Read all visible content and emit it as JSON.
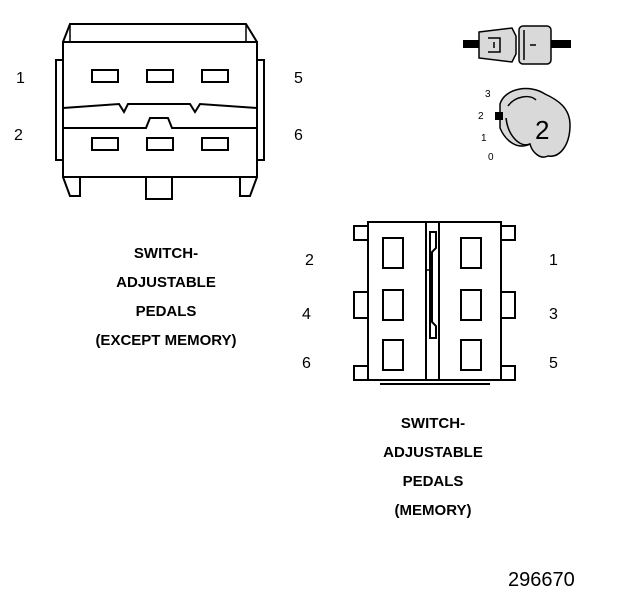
{
  "connector_a": {
    "pin_labels": [
      "1",
      "2",
      "5",
      "6"
    ],
    "caption": [
      "SWITCH-",
      "ADJUSTABLE",
      "PEDALS",
      "(EXCEPT MEMORY)"
    ]
  },
  "connector_b": {
    "pin_labels": [
      "2",
      "4",
      "6",
      "1",
      "3",
      "5"
    ],
    "caption": [
      "SWITCH-",
      "ADJUSTABLE",
      "PEDALS",
      "(MEMORY)"
    ]
  },
  "key_inset": {
    "position_labels": [
      "3",
      "2",
      "1",
      "0"
    ],
    "key_number": "2"
  },
  "figure_number": "296670"
}
